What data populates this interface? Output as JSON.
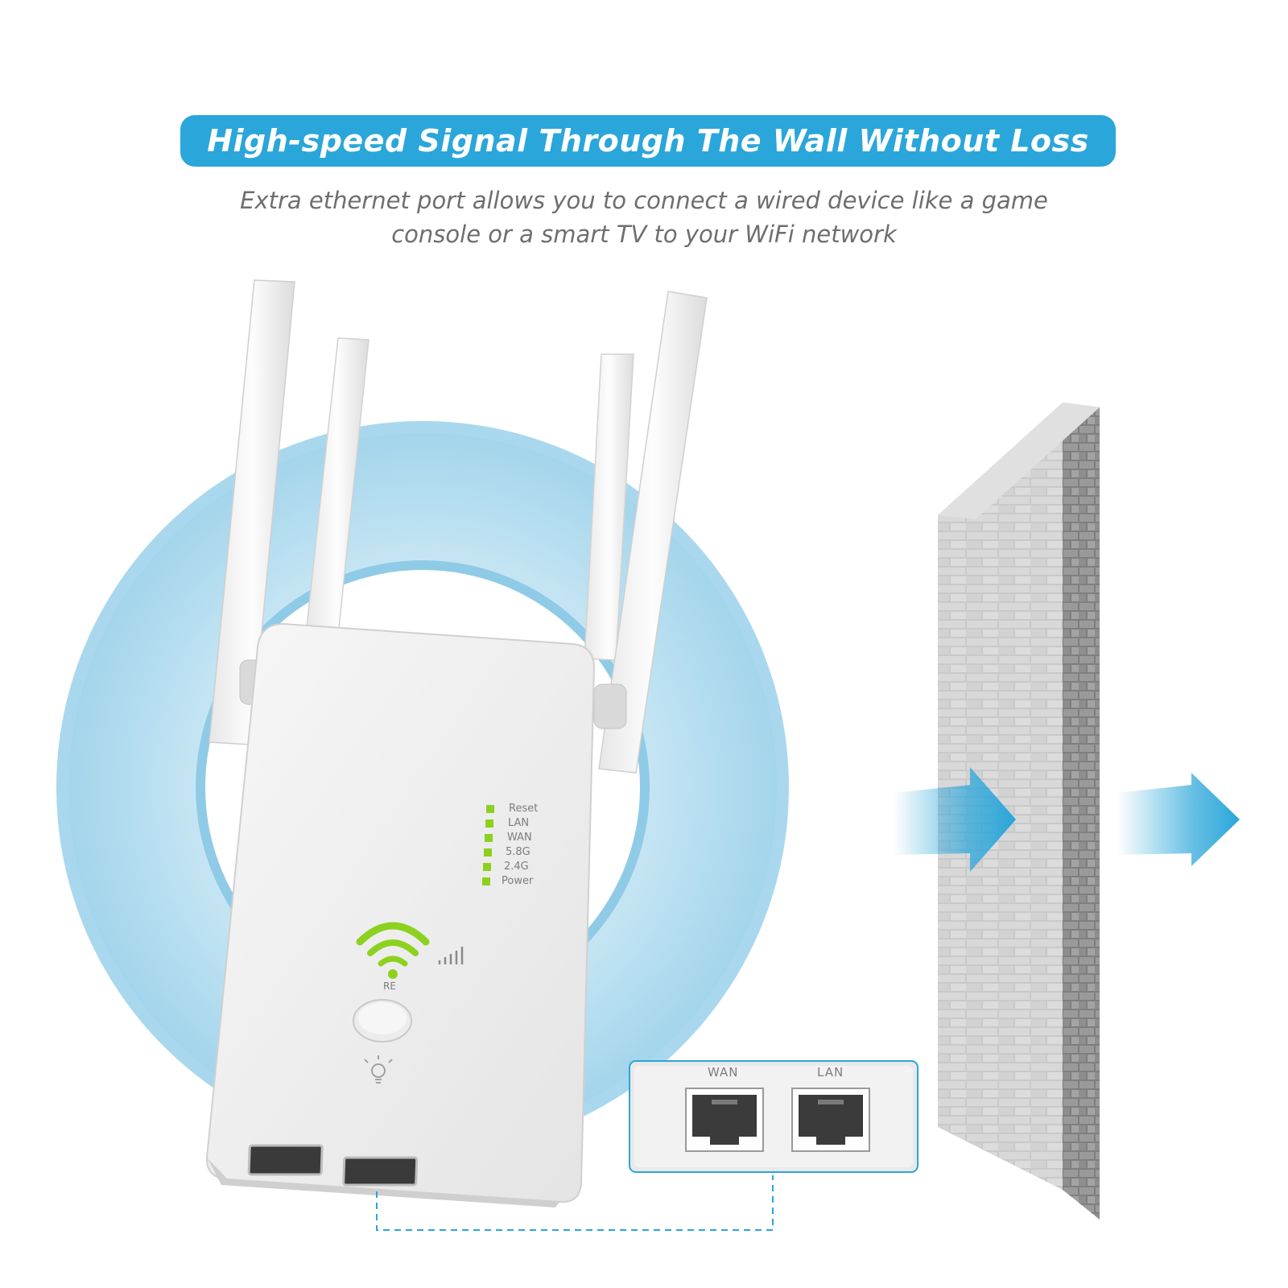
{
  "banner": {
    "title": "High-speed Signal Through The Wall Without Loss"
  },
  "subtitle": {
    "line1": "Extra ethernet port allows you to connect a wired device like a game",
    "line2": "console or a smart TV to your WiFi network"
  },
  "device": {
    "leds": [
      {
        "label": "Reset"
      },
      {
        "label": "LAN"
      },
      {
        "label": "WAN"
      },
      {
        "label": "5.8G"
      },
      {
        "label": "2.4G"
      },
      {
        "label": "Power"
      }
    ],
    "wifi_label": "RE",
    "led_color": "#8dd11f"
  },
  "ports_inset": {
    "wan_label": "WAN",
    "lan_label": "LAN"
  },
  "colors": {
    "accent": "#2aa6da",
    "ring_light": "#b9e0f0",
    "wifi_green": "#8dd11f"
  },
  "icons": [
    "wifi-icon",
    "signal-bars-icon",
    "lightbulb-icon",
    "arrow-right-icon",
    "ethernet-port-icon"
  ]
}
